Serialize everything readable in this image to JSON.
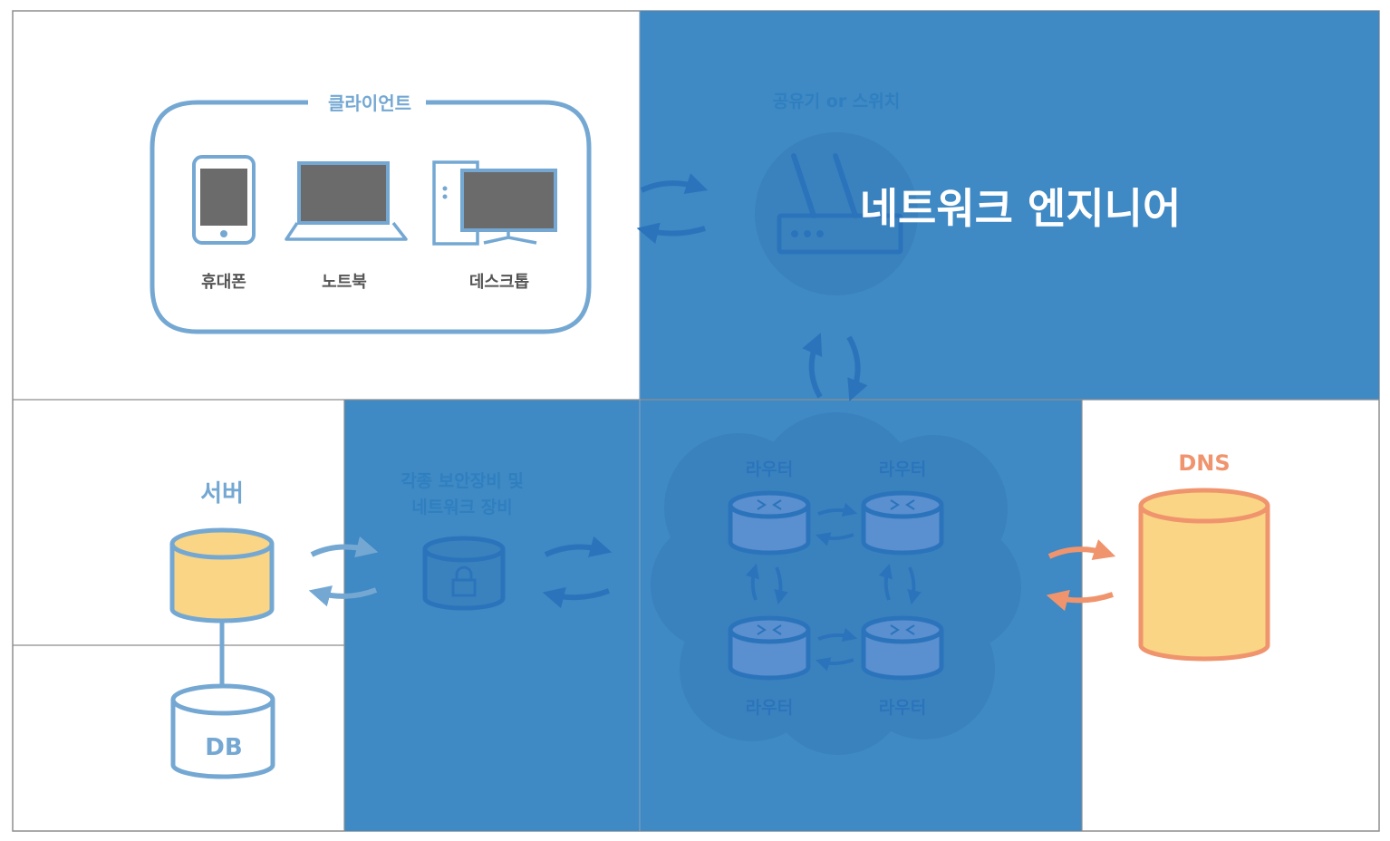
{
  "client": {
    "group_label": "클라이언트",
    "devices": [
      {
        "label": "휴대폰",
        "icon": "phone-icon"
      },
      {
        "label": "노트북",
        "icon": "laptop-icon"
      },
      {
        "label": "데스크톱",
        "icon": "desktop-icon"
      }
    ]
  },
  "router_box": {
    "label": "공유기 or 스위치",
    "icon": "wifi-router-icon"
  },
  "highlight": {
    "title": "네트워크 엔지니어"
  },
  "server": {
    "label": "서버",
    "db_label": "DB",
    "icon": "database-icon"
  },
  "security": {
    "label_line1": "각종 보안장비 및",
    "label_line2": "네트워크 장비",
    "icon": "lock-icon"
  },
  "routers": {
    "labels": [
      "라우터",
      "라우터",
      "라우터",
      "라우터"
    ],
    "icon": "router-icon"
  },
  "dns": {
    "label": "DNS",
    "icon": "database-icon"
  },
  "colors": {
    "line_blue": "#74a8d3",
    "highlight_blue": "#3f89c4",
    "dark_blue": "#2b74bb",
    "cylinder_fill": "#f9d585",
    "dns_orange": "#f0946d",
    "text_gray": "#555555",
    "screen_gray": "#6b6b6b"
  }
}
